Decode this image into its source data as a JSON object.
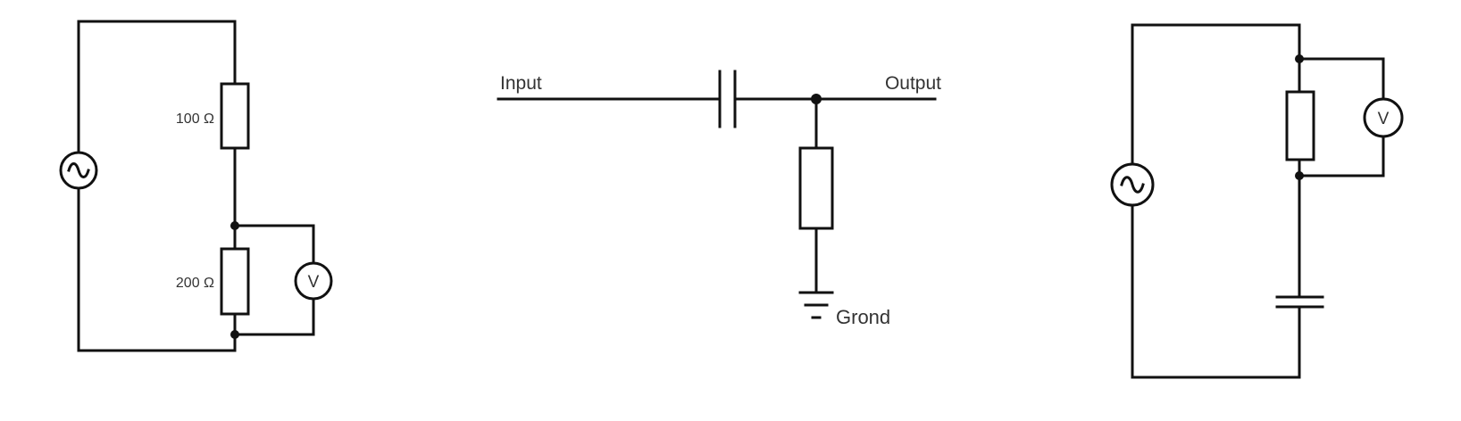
{
  "circuit_left": {
    "resistor_top_label": "100 Ω",
    "resistor_bottom_label": "200 Ω",
    "voltmeter_symbol": "V",
    "source_icon": "ac-source-icon"
  },
  "circuit_middle": {
    "input_label": "Input",
    "output_label": "Output",
    "ground_label": "Grond",
    "ground_icon": "ground-icon"
  },
  "circuit_right": {
    "voltmeter_symbol": "V",
    "source_icon": "ac-source-icon"
  },
  "colors": {
    "wire": "#111111",
    "label": "#333333",
    "background": "#ffffff"
  }
}
